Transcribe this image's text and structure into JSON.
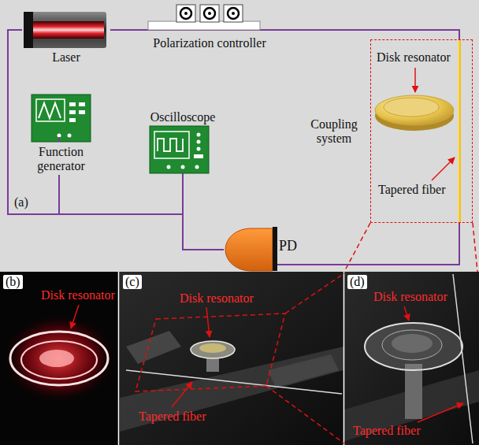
{
  "diagram": {
    "nodes": [
      {
        "text": [
          "Laser"
        ]
      },
      {
        "text": [
          "Polarization controller"
        ]
      },
      {
        "text": [
          "Coupling system"
        ]
      },
      {
        "text": [
          "Function generator"
        ]
      },
      {
        "text": [
          "Oscilloscope"
        ]
      },
      {
        "text": [
          "PD"
        ]
      }
    ],
    "edges": [
      {
        "from": 0,
        "to": 1,
        "arrow": "none"
      },
      {
        "from": 1,
        "to": 2,
        "arrow": "none"
      },
      {
        "from": 2,
        "to": 5,
        "arrow": "none"
      },
      {
        "from": 5,
        "to": 4,
        "arrow": "none"
      },
      {
        "from": 3,
        "to": 0,
        "arrow": "none"
      },
      {
        "from": 3,
        "to": 4,
        "arrow": "none"
      }
    ],
    "labels": [
      "Disk resonator",
      "Tapered fiber",
      "(a)",
      "(b)",
      "Disk resonator",
      "(c)",
      "Disk resonator",
      "Tapered fiber",
      "(d)",
      "Disk resonator",
      "Tapered fiber"
    ]
  }
}
